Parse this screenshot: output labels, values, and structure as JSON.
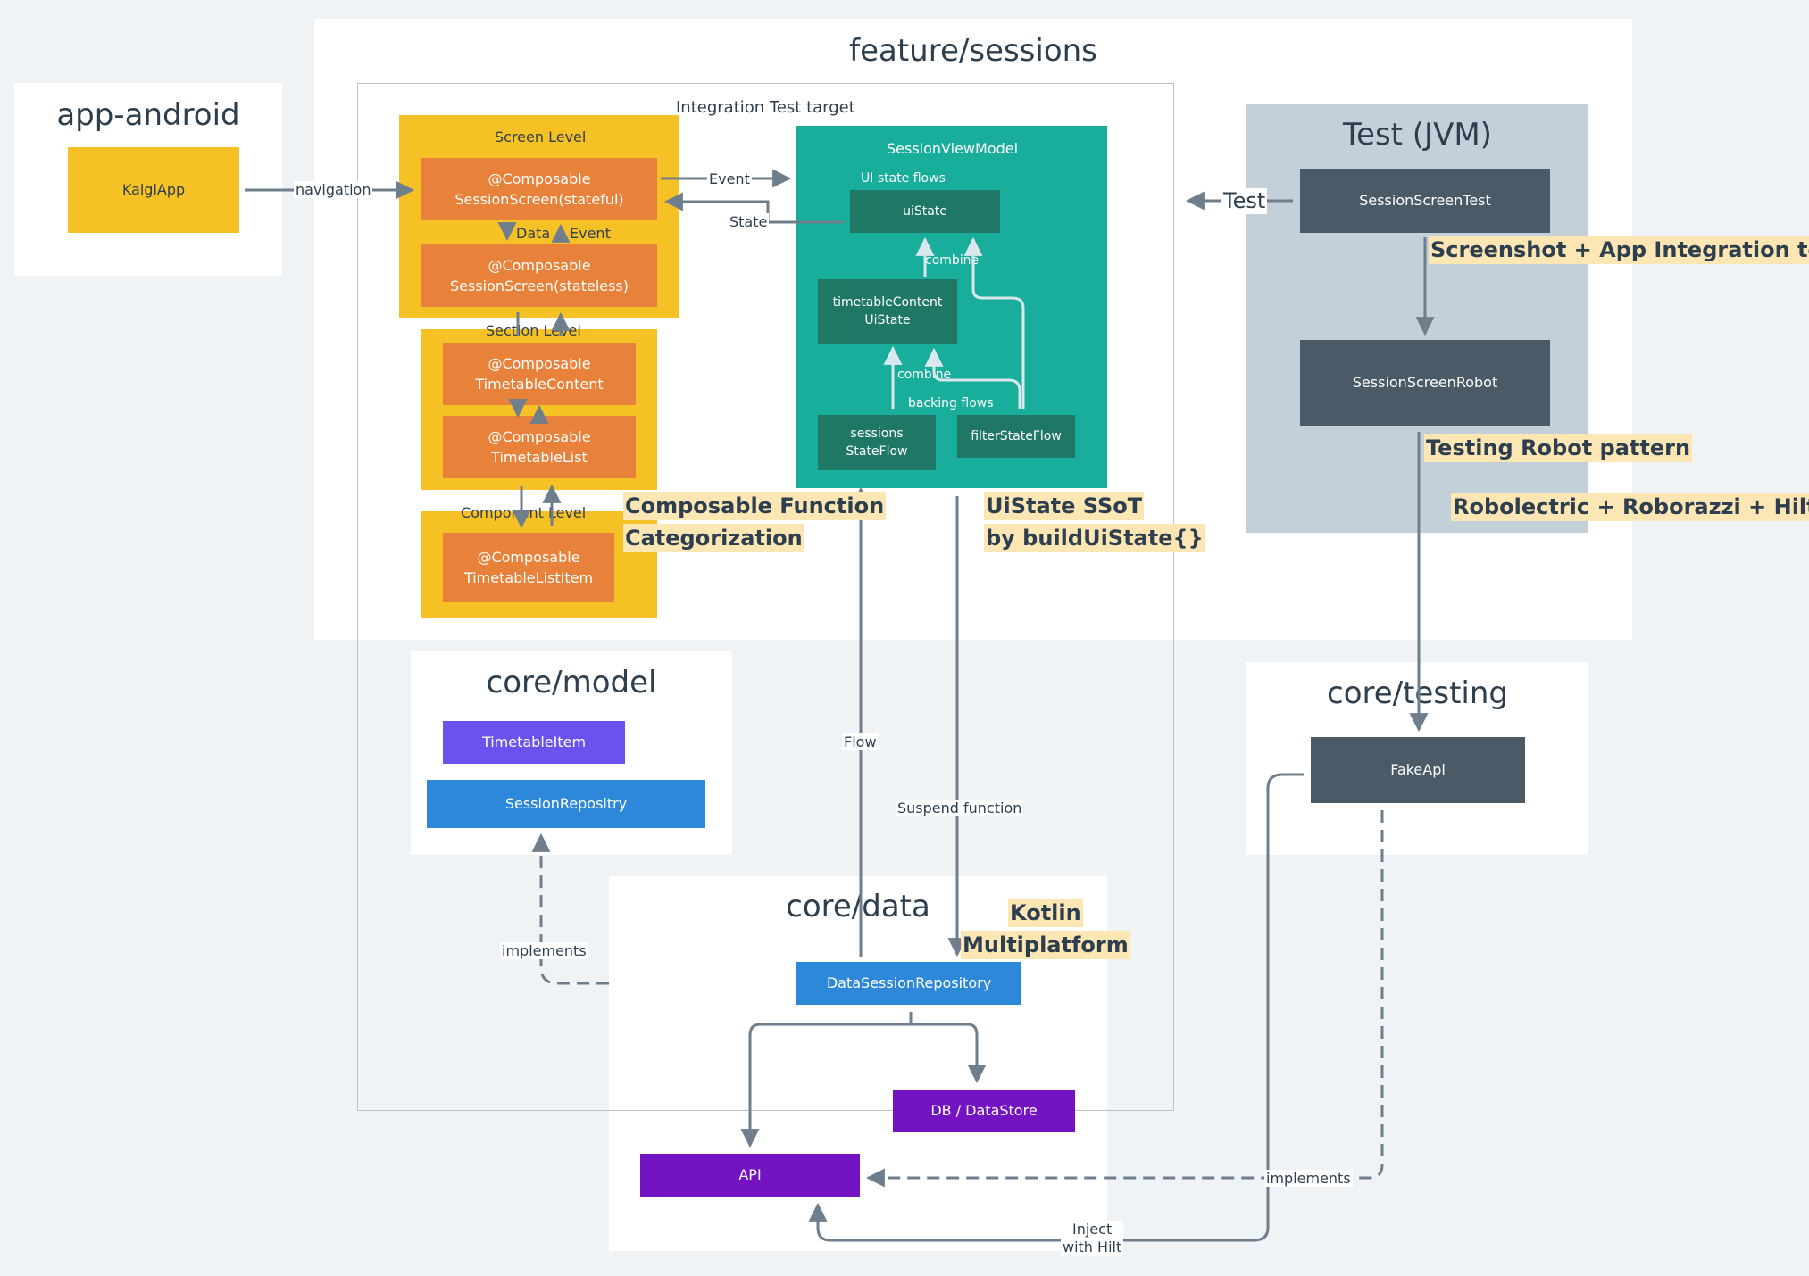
{
  "panels": {
    "feature_sessions": "feature/sessions",
    "app_android": "app-android",
    "test_jvm": "Test (JVM)",
    "core_model": "core/model",
    "core_testing": "core/testing",
    "core_data": "core/data"
  },
  "integration_target": "Integration Test target",
  "levels": {
    "screen": "Screen Level",
    "section": "Section Level",
    "component": "Component Level"
  },
  "boxes": {
    "kaigi_app": "KaigiApp",
    "session_screen_stateful": "@Composable\nSessionScreen(stateful)",
    "session_screen_stateless": "@Composable\nSessionScreen(stateless)",
    "timetable_content": "@Composable\nTimetableContent",
    "timetable_list": "@Composable\nTimetableList",
    "timetable_list_item": "@Composable\nTimetableListItem",
    "session_view_model": "SessionViewModel",
    "ui_state": "uiState",
    "timetable_content_ui_state": "timetableContent\nUiState",
    "sessions_state_flow": "sessions\nStateFlow",
    "filter_state_flow": "filterStateFlow",
    "session_screen_test": "SessionScreenTest",
    "session_screen_robot": "SessionScreenRobot",
    "timetable_item": "TimetableItem",
    "session_repository": "SessionRepositry",
    "fake_api": "FakeApi",
    "data_session_repository": "DataSessionRepository",
    "db_datastore": "DB / DataStore",
    "api": "API"
  },
  "edge_labels": {
    "navigation": "navigation",
    "event": "Event",
    "state": "State",
    "data": "Data",
    "event_down": "Event",
    "ui_state_flows": "UI state flows",
    "combine_top": "combine",
    "combine_bottom": "combine",
    "backing_flows": "backing flows",
    "test": "Test",
    "flow": "Flow",
    "suspend_function": "Suspend function",
    "implements_left": "implements",
    "implements_right": "implements",
    "inject_line1": "Inject",
    "inject_line2": "with Hilt"
  },
  "highlights": {
    "composable_l1": "Composable Function",
    "composable_l2": "Categorization",
    "uistate_l1": "UiState SSoT",
    "uistate_l2": "by buildUiState{}",
    "screenshot": "Screenshot + App Integration test",
    "robot": "Testing Robot pattern",
    "robolectric": "Robolectric + Roborazzi + Hilt",
    "kotlin_l1": "Kotlin",
    "kotlin_l2": "Multiplatform"
  },
  "colors": {
    "yellow": "#f6c125",
    "orange": "#e8823a",
    "teal": "#19ad9b",
    "teal_dark": "#1f7866",
    "slate": "#4a5a66",
    "purple": "#6a52ee",
    "blue": "#2d88d9",
    "violet": "#7413c2",
    "highlight": "#fbe6b4",
    "arrow": "#6f7e8c"
  }
}
